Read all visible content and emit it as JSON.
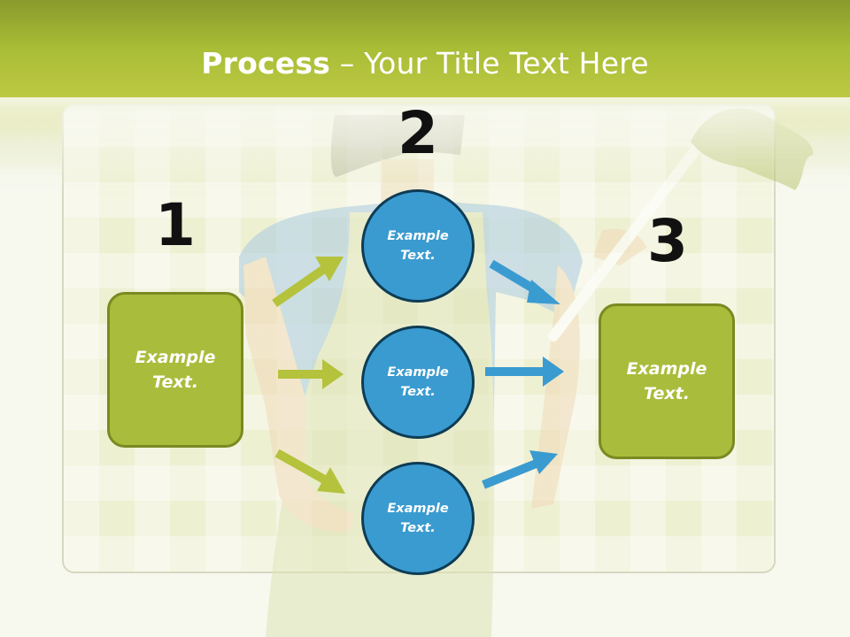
{
  "slide": {
    "title_strong": "Process",
    "title_rest": " – Your Title Text Here"
  },
  "steps": [
    {
      "number": "1",
      "boxes": [
        {
          "text": "Example Text.",
          "shape": "rounded-square"
        }
      ]
    },
    {
      "number": "2",
      "boxes": [
        {
          "text": "Example Text.",
          "shape": "circle"
        },
        {
          "text": "Example Text.",
          "shape": "circle"
        },
        {
          "text": "Example Text.",
          "shape": "circle"
        }
      ]
    },
    {
      "number": "3",
      "boxes": [
        {
          "text": "Example Text.",
          "shape": "rounded-square"
        }
      ]
    }
  ],
  "arrows": {
    "from_step1": [
      "to-circle-1",
      "to-circle-2",
      "to-circle-3"
    ],
    "to_step3": [
      "from-circle-1",
      "from-circle-2",
      "from-circle-3"
    ]
  },
  "colors": {
    "accent_green": "#aabc3b",
    "green_border": "#7a8a22",
    "accent_blue": "#3a9bd0",
    "blue_border": "#0e3c55",
    "arrow_green": "#b5c23c",
    "arrow_blue": "#3a9bd0",
    "title_band": "#a9bd36"
  },
  "background": {
    "illustration": "woman-in-apron-holding-feather-duster"
  }
}
